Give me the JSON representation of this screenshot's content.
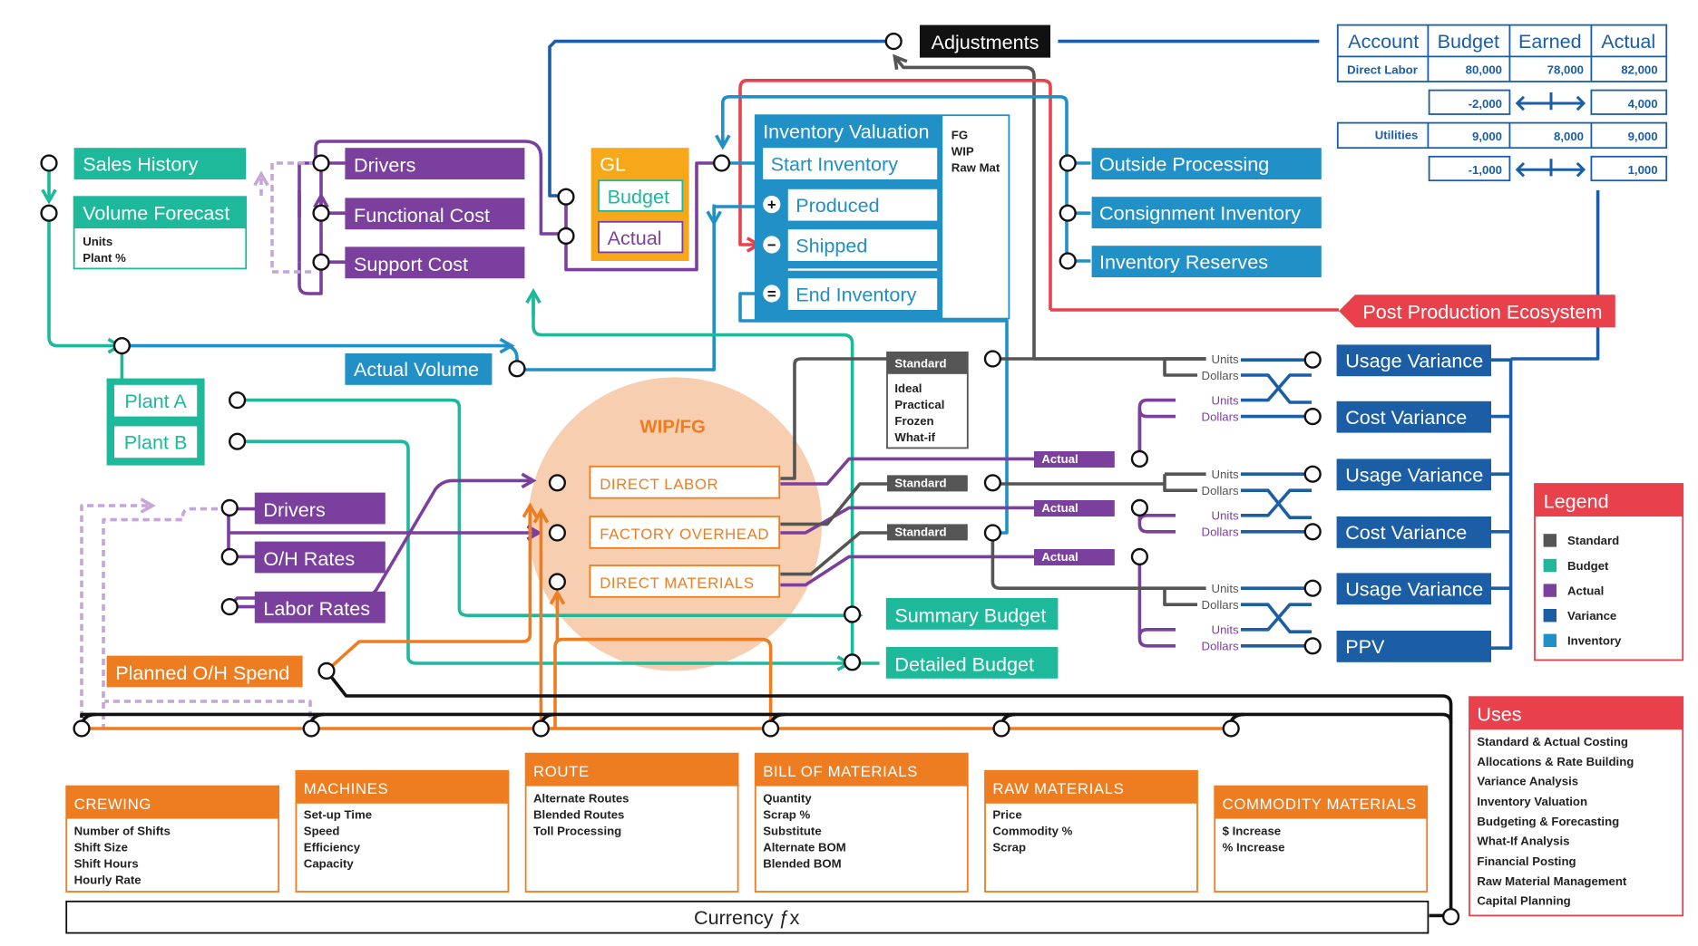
{
  "colors": {
    "teal": "#1db99a",
    "purple": "#7b3f9e",
    "lavender": "#c6a6d6",
    "blue": "#1b5ea5",
    "lightblue": "#2190c6",
    "orange": "#ee7d21",
    "gold": "#f6a81a",
    "red": "#e8414b",
    "dark": "#555555",
    "black": "#111111",
    "wip": "#f8ceb0"
  },
  "top": {
    "adjustments": "Adjustments",
    "sales_history": "Sales History",
    "volume_forecast": "Volume Forecast",
    "volume_sub": [
      "Units",
      "Plant %"
    ],
    "drivers": "Drivers",
    "functional_cost": "Functional Cost",
    "support_cost": "Support Cost",
    "gl": "GL",
    "gl_budget": "Budget",
    "gl_actual": "Actual",
    "actual_volume": "Actual Volume",
    "plant_a": "Plant A",
    "plant_b": "Plant B"
  },
  "inventory": {
    "title": "Inventory Valuation",
    "start": "Start Inventory",
    "produced": "Produced",
    "shipped": "Shipped",
    "end": "End Inventory",
    "types": [
      "FG",
      "WIP",
      "Raw Mat"
    ],
    "op_plus": "+",
    "op_minus": "−",
    "op_equals": "="
  },
  "outside": {
    "outside_processing": "Outside Processing",
    "consignment": "Consignment Inventory",
    "reserves": "Inventory Reserves",
    "post_production": "Post Production Ecosystem"
  },
  "variance_table": {
    "headers": [
      "Account",
      "Budget",
      "Earned",
      "Actual"
    ],
    "rows": [
      {
        "label": "Direct Labor",
        "budget": "80,000",
        "earned": "78,000",
        "actual": "82,000"
      },
      {
        "label": "Utilities",
        "budget": "9,000",
        "earned": "8,000",
        "actual": "9,000"
      }
    ],
    "diffs": [
      {
        "left": "-2,000",
        "right": "4,000"
      },
      {
        "left": "-1,000",
        "right": "1,000"
      }
    ]
  },
  "wip": {
    "title": "WIP/FG",
    "direct_labor": "DIRECT LABOR",
    "factory_overhead": "FACTORY OVERHEAD",
    "direct_materials": "DIRECT MATERIALS"
  },
  "standard_box": {
    "title": "Standard",
    "items": [
      "Ideal",
      "Practical",
      "Frozen",
      "What-if"
    ]
  },
  "small_labels": {
    "standard": "Standard",
    "actual": "Actual",
    "units": "Units",
    "dollars": "Dollars"
  },
  "variances": [
    "Usage Variance",
    "Cost Variance",
    "Usage Variance",
    "Cost Variance",
    "Usage Variance",
    "PPV"
  ],
  "mid_left": {
    "drivers": "Drivers",
    "oh_rates": "O/H Rates",
    "labor_rates": "Labor Rates",
    "planned_oh": "Planned O/H Spend"
  },
  "budgets": {
    "summary": "Summary Budget",
    "detailed": "Detailed Budget"
  },
  "legend": {
    "title": "Legend",
    "items": [
      {
        "label": "Standard",
        "color": "#555555"
      },
      {
        "label": "Budget",
        "color": "#1db99a"
      },
      {
        "label": "Actual",
        "color": "#7b3f9e"
      },
      {
        "label": "Variance",
        "color": "#1b5ea5"
      },
      {
        "label": "Inventory",
        "color": "#2190c6"
      }
    ]
  },
  "uses": {
    "title": "Uses",
    "items": [
      "Standard & Actual Costing",
      "Allocations & Rate Building",
      "Variance Analysis",
      "Inventory Valuation",
      "Budgeting & Forecasting",
      "What-If Analysis",
      "Financial Posting",
      "Raw Material Management",
      "Capital Planning"
    ]
  },
  "masters": [
    {
      "title": "CREWING",
      "items": [
        "Number of Shifts",
        "Shift Size",
        "Shift Hours",
        "Hourly Rate"
      ]
    },
    {
      "title": "MACHINES",
      "items": [
        "Set-up Time",
        "Speed",
        "Efficiency",
        "Capacity"
      ]
    },
    {
      "title": "ROUTE",
      "items": [
        "Alternate Routes",
        "Blended Routes",
        "Toll Processing"
      ]
    },
    {
      "title": "BILL OF MATERIALS",
      "items": [
        "Quantity",
        "Scrap %",
        "Substitute",
        "Alternate BOM",
        "Blended BOM"
      ]
    },
    {
      "title": "RAW MATERIALS",
      "items": [
        "Price",
        "Commodity %",
        "Scrap"
      ]
    },
    {
      "title": "COMMODITY MATERIALS",
      "items": [
        "$ Increase",
        "% Increase"
      ]
    }
  ],
  "currency": "Currency ƒx"
}
